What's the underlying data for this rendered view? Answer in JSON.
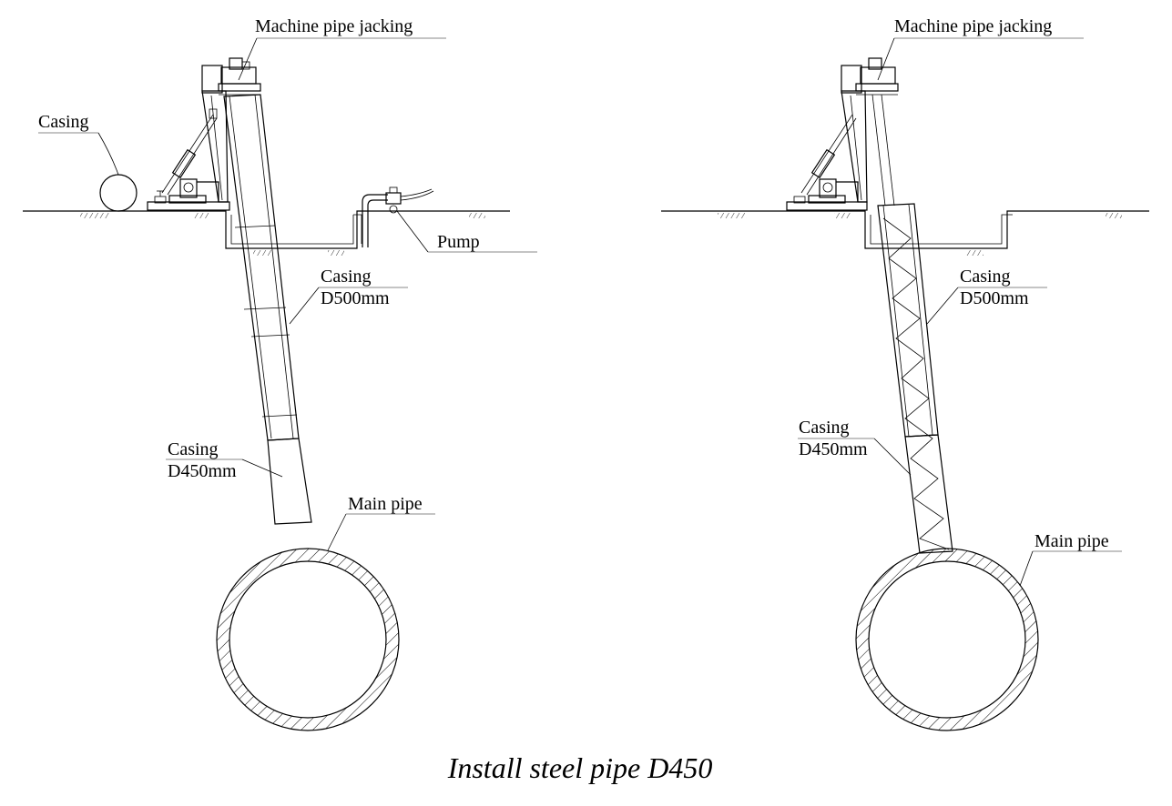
{
  "caption": "Install steel pipe D450",
  "left_panel": {
    "machine_label": "Machine pipe jacking",
    "casing_label": "Casing",
    "pump_label": "Pump",
    "casing_d500_line1": "Casing",
    "casing_d500_line2": "D500mm",
    "casing_d450_line1": "Casing",
    "casing_d450_line2": "D450mm",
    "main_pipe_label": "Main pipe"
  },
  "right_panel": {
    "machine_label": "Machine pipe jacking",
    "casing_d500_line1": "Casing",
    "casing_d500_line2": "D500mm",
    "casing_d450_line1": "Casing",
    "casing_d450_line2": "D450mm",
    "main_pipe_label": "Main pipe"
  }
}
